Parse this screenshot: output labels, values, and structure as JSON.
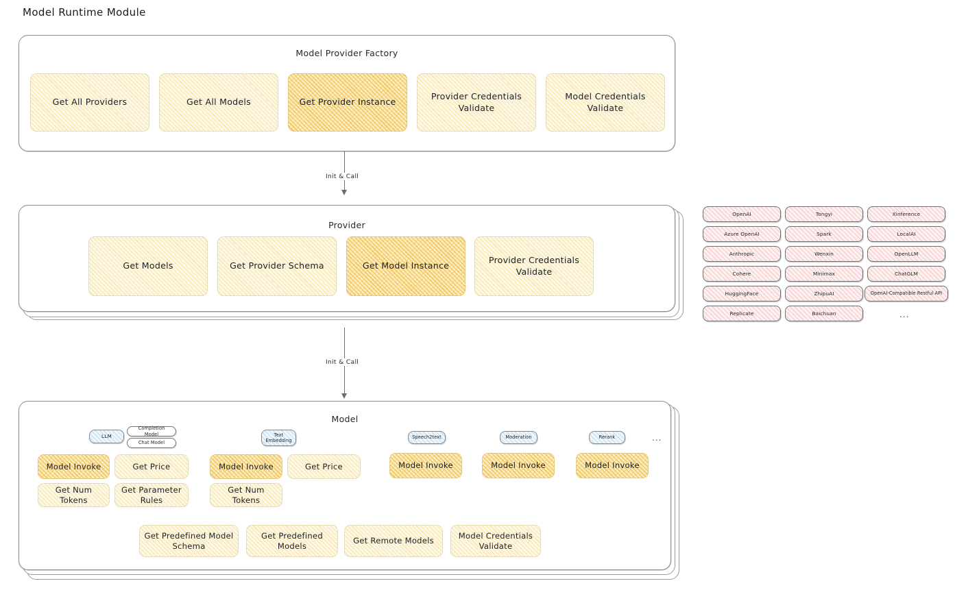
{
  "page": {
    "title": "Model Runtime Module"
  },
  "connectors": [
    {
      "label": "Init & Call"
    },
    {
      "label": "Init & Call"
    }
  ],
  "factory": {
    "title": "Model Provider Factory",
    "nodes": [
      {
        "label": "Get All Providers",
        "highlight": false
      },
      {
        "label": "Get All Models",
        "highlight": false
      },
      {
        "label": "Get Provider Instance",
        "highlight": true
      },
      {
        "label": "Provider Credentials Validate",
        "highlight": false
      },
      {
        "label": "Model Credentials Validate",
        "highlight": false
      }
    ]
  },
  "provider": {
    "title": "Provider",
    "nodes": [
      {
        "label": "Get Models",
        "highlight": false
      },
      {
        "label": "Get Provider Schema",
        "highlight": false
      },
      {
        "label": "Get Model Instance",
        "highlight": true
      },
      {
        "label": "Provider Credentials Validate",
        "highlight": false
      }
    ]
  },
  "provider_list": {
    "columns": [
      {
        "items": [
          "OpenAI",
          "Azure OpenAI",
          "Anthropic",
          "Cohere",
          "HuggingFace",
          "Replicate"
        ]
      },
      {
        "items": [
          "Tongyi",
          "Spark",
          "Wenxin",
          "Minimax",
          "ZhipuAI",
          "Baichuan"
        ]
      },
      {
        "items": [
          "Xinference",
          "LocalAI",
          "OpenLLM",
          "ChatGLM",
          "OpenAI-Compatible Restful API"
        ]
      }
    ],
    "more": "..."
  },
  "model": {
    "title": "Model",
    "more": "...",
    "types": [
      {
        "tag": "LLM",
        "subtags": [
          "Completion Model",
          "Chat Model"
        ],
        "nodes": [
          {
            "label": "Model Invoke",
            "highlight": true
          },
          {
            "label": "Get Price",
            "highlight": false
          },
          {
            "label": "Get Num Tokens",
            "highlight": false
          },
          {
            "label": "Get Parameter Rules",
            "highlight": false
          }
        ]
      },
      {
        "tag": "Text Embedding",
        "subtags": [],
        "nodes": [
          {
            "label": "Model Invoke",
            "highlight": true
          },
          {
            "label": "Get Price",
            "highlight": false
          },
          {
            "label": "Get Num Tokens",
            "highlight": false
          }
        ]
      },
      {
        "tag": "Speech2text",
        "subtags": [],
        "nodes": [
          {
            "label": "Model Invoke",
            "highlight": true
          }
        ]
      },
      {
        "tag": "Moderation",
        "subtags": [],
        "nodes": [
          {
            "label": "Model Invoke",
            "highlight": true
          }
        ]
      },
      {
        "tag": "Rerank",
        "subtags": [],
        "nodes": [
          {
            "label": "Model Invoke",
            "highlight": true
          }
        ]
      }
    ],
    "common_nodes": [
      {
        "label": "Get Predefined Model Schema"
      },
      {
        "label": "Get Predefined Models"
      },
      {
        "label": "Get Remote Models"
      },
      {
        "label": "Model Credentials Validate"
      }
    ]
  },
  "colors": {
    "highlight_fill": "#f0b942",
    "node_fill": "#fdf8e6",
    "provider_chip_fill": "#fdf0f0",
    "model_tag_fill": "#eef6fb",
    "border": "#8d8d8d"
  }
}
